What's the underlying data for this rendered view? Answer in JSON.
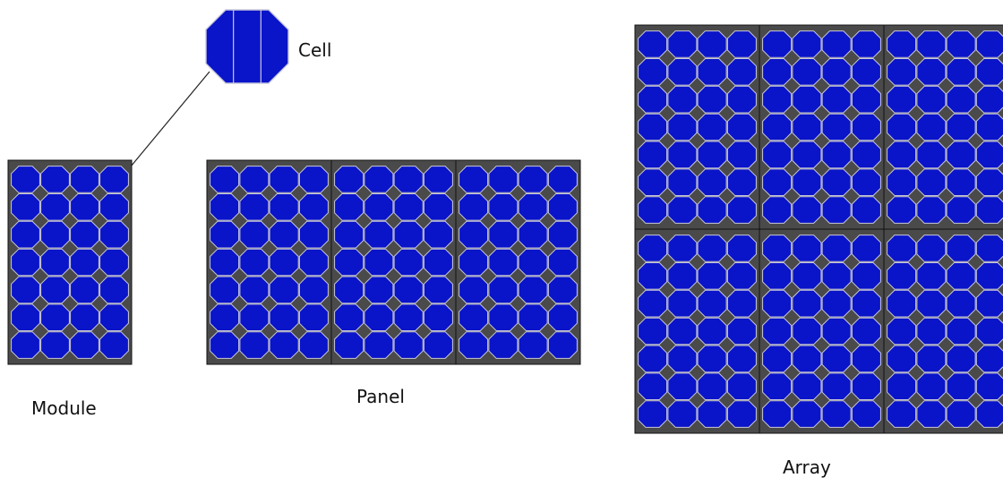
{
  "labels": {
    "cell": "Cell",
    "module": "Module",
    "panel": "Panel",
    "array": "Array"
  },
  "colors": {
    "cell_fill": "#0a14c8",
    "cell_stroke": "#c8c8dc",
    "module_frame": "#4a4a4a",
    "frame_border": "#111111",
    "background": "#ffffff",
    "connector": "#222222"
  },
  "structure": {
    "module_grid": {
      "columns": 4,
      "rows": 7
    },
    "panel_modules": 3,
    "array_grid": {
      "columns": 3,
      "rows": 2
    }
  }
}
